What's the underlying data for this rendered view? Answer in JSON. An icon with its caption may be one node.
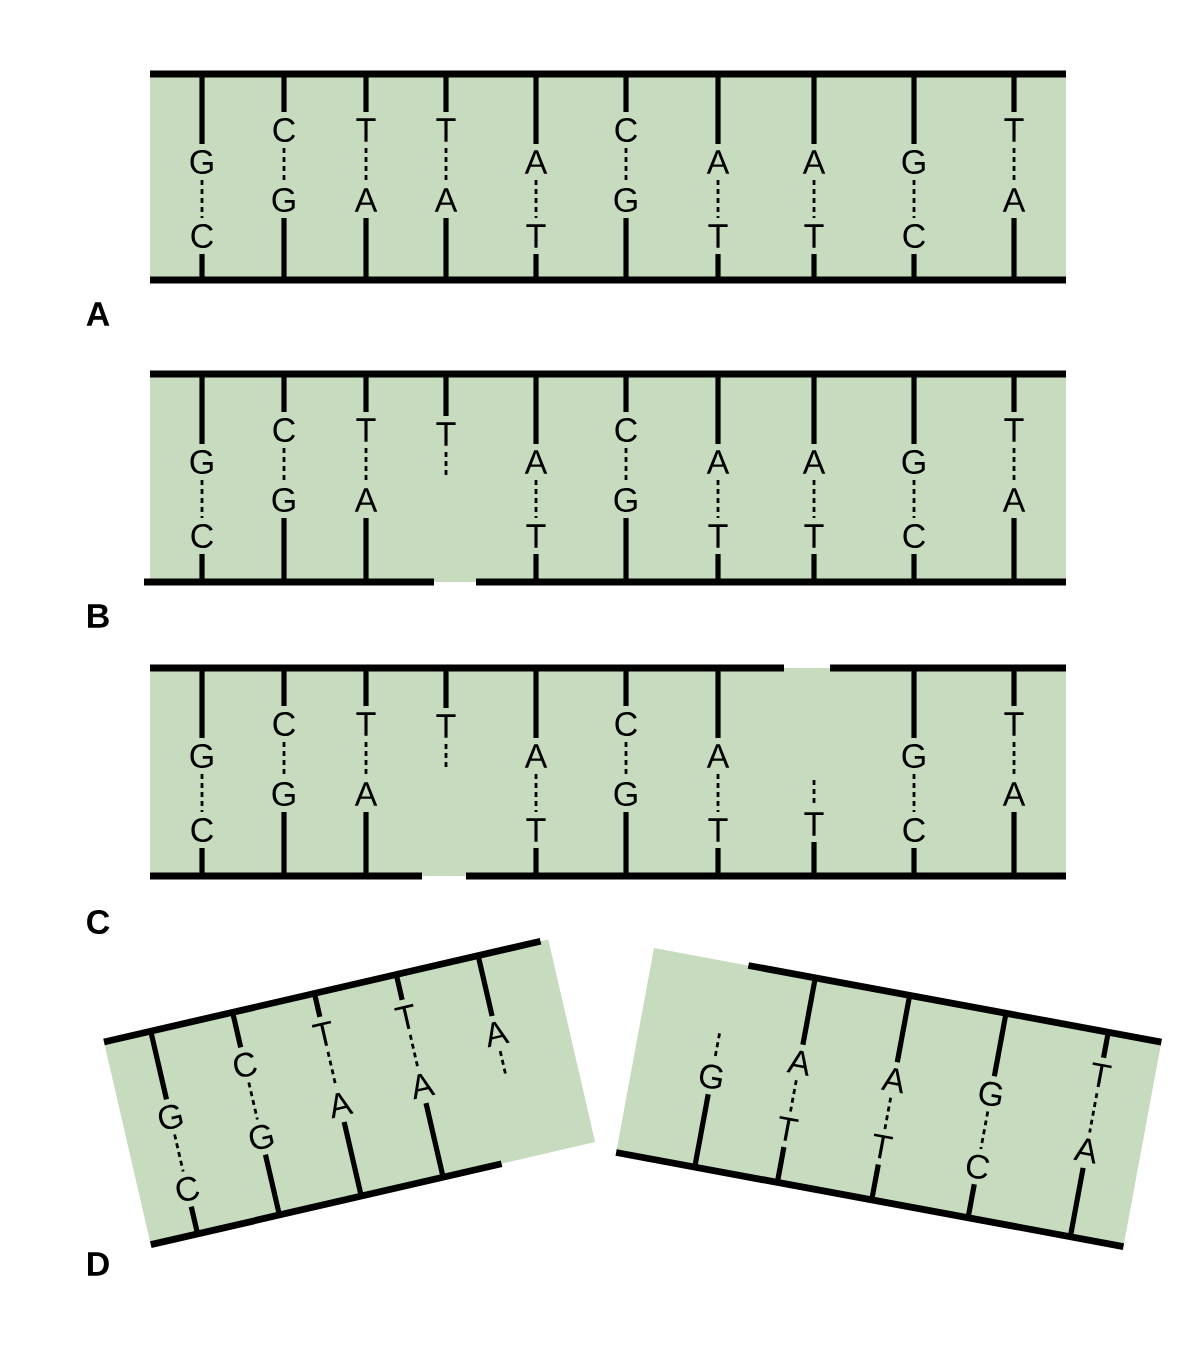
{
  "diagram": {
    "labels": [
      "G",
      "C",
      "C",
      "G",
      "T",
      "A",
      "T",
      "A",
      "A",
      "T",
      "C",
      "G",
      "A",
      "T",
      "A",
      "T",
      "G",
      "C",
      "T",
      "A",
      "A",
      "G",
      "C",
      "C",
      "G",
      "T",
      "A",
      "T",
      "A",
      "T",
      "C",
      "G",
      "A",
      "T",
      "A",
      "T",
      "G",
      "C",
      "T",
      "A",
      "B",
      "G",
      "C",
      "C",
      "G",
      "T",
      "A",
      "T",
      "A",
      "T",
      "C",
      "G",
      "A",
      "T",
      "T",
      "G",
      "C",
      "T",
      "A",
      "C",
      "G",
      "C",
      "C",
      "G",
      "T",
      "A",
      "T",
      "A",
      "A",
      "G",
      "A",
      "T",
      "A",
      "T",
      "G",
      "C",
      "T",
      "A",
      "D"
    ]
  }
}
